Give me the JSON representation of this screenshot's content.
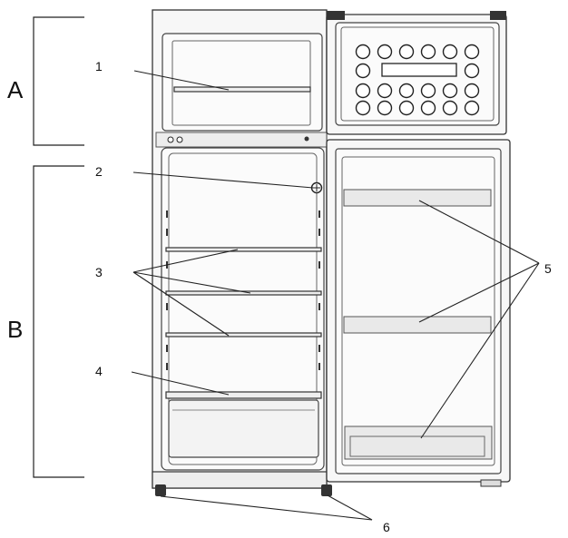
{
  "sections": {
    "A": "A",
    "B": "B"
  },
  "callouts": {
    "c1": "1",
    "c2": "2",
    "c3": "3",
    "c4": "4",
    "c5": "5",
    "c6": "6"
  },
  "icons": {
    "drawing": "refrigerator-diagram"
  }
}
